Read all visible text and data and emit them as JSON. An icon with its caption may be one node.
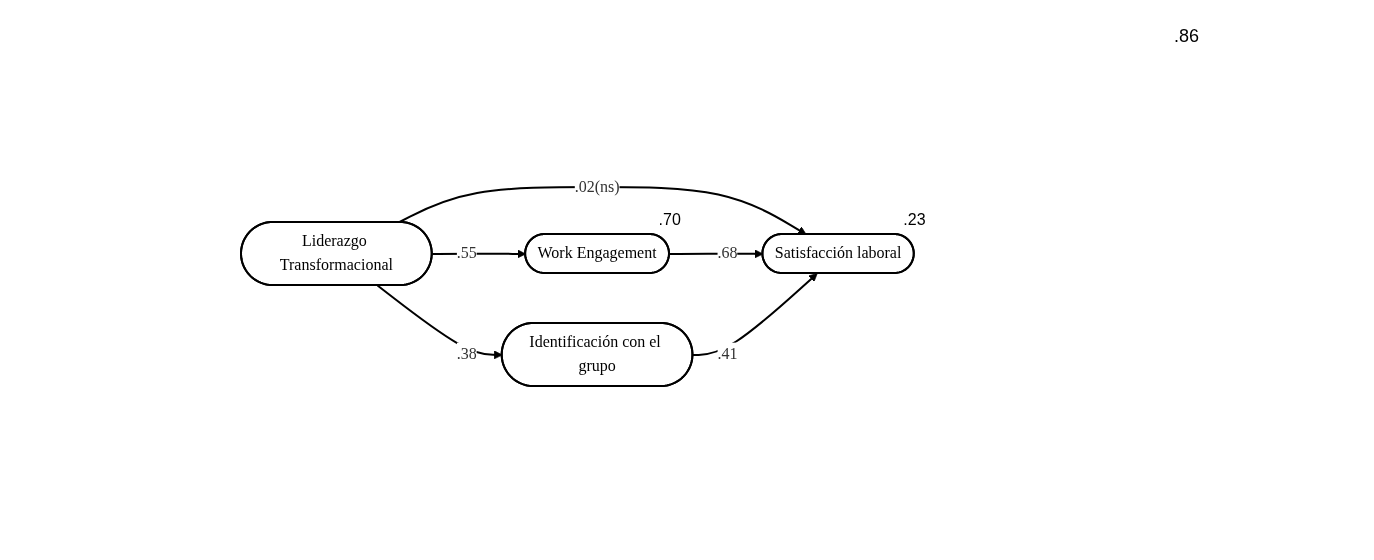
{
  "diagram": {
    "nodes": [
      {
        "text": [
          "Liderazgo Transformacional"
        ]
      },
      {
        "text": [
          "Work Engagement"
        ],
        "beside": [
          ".70"
        ]
      },
      {
        "text": [
          "Identificación con el grupo"
        ]
      },
      {
        "text": [
          "Satisfacción laboral"
        ],
        "beside": [
          ".23"
        ]
      }
    ],
    "edges": [
      {
        "from": 0,
        "to": 1,
        "arrow": "to",
        "label": ".55"
      },
      {
        "from": 0,
        "to": 3,
        "arrow": "to",
        "label": ".02(ns)"
      },
      {
        "from": 0,
        "to": 2,
        "arrow": "to",
        "label": ".38"
      },
      {
        "from": 1,
        "to": 3,
        "arrow": "to",
        "label": ".68"
      },
      {
        "from": 2,
        "to": 3,
        "arrow": "to",
        "label": ".41"
      }
    ],
    "labels": [
      ".86"
    ]
  }
}
